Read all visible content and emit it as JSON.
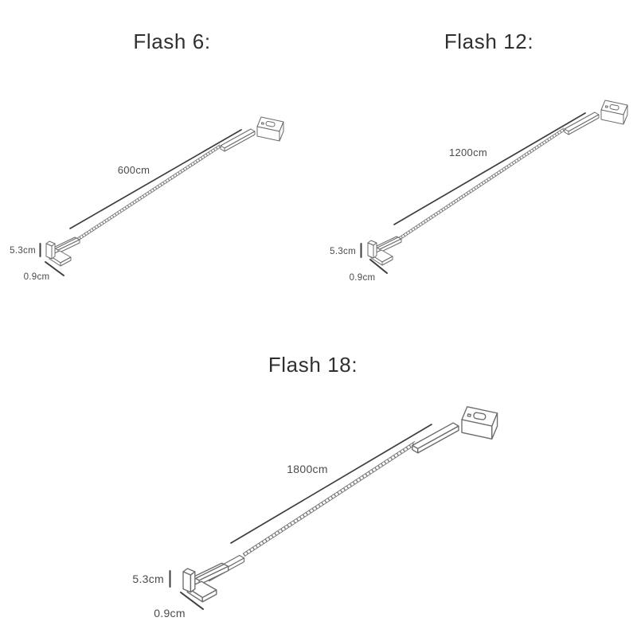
{
  "sheet": {
    "description": "Product dimension diagrams for three LED strip flash kits",
    "background": "#ffffff",
    "colors": {
      "part_outline": "#6a6b6d",
      "dimension_line": "#3d3e40",
      "label_text": "#4a4b4d",
      "title_text": "#303032"
    },
    "diagrams": [
      {
        "title": "Flash 6:",
        "length": "600cm",
        "height": "5.3cm",
        "width": "0.9cm"
      },
      {
        "title": "Flash 12:",
        "length": "1200cm",
        "height": "5.3cm",
        "width": "0.9cm"
      },
      {
        "title": "Flash 18:",
        "length": "1800cm",
        "height": "5.3cm",
        "width": "0.9cm"
      }
    ]
  }
}
